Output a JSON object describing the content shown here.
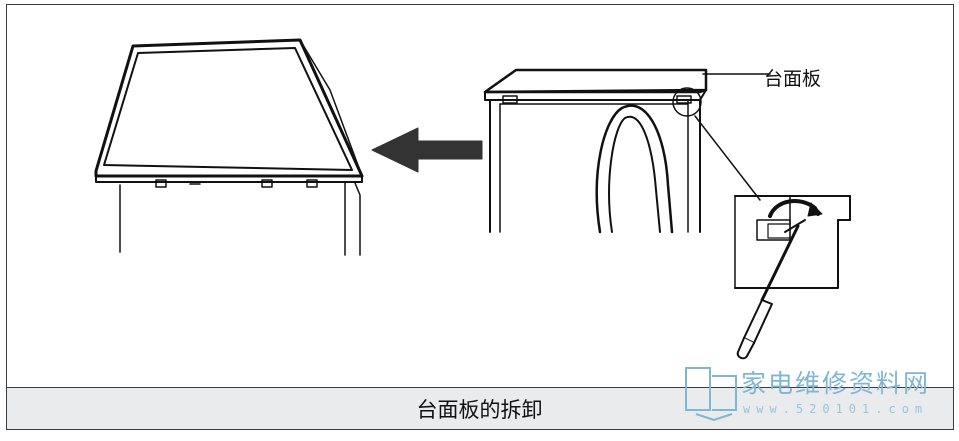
{
  "diagram": {
    "callout_label": "台面板",
    "caption": "台面板的拆卸"
  },
  "watermark": {
    "brand": "家电维修资料网",
    "url": "www.520101.com",
    "color": "#7fb6d3"
  }
}
